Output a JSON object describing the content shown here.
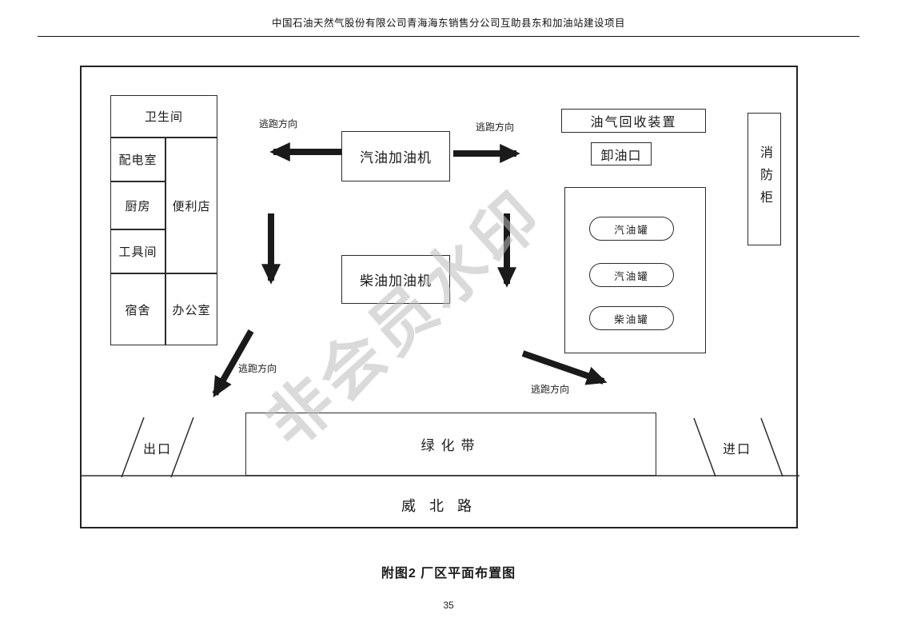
{
  "page": {
    "header_title": "中国石油天然气股份有限公司青海海东销售分公司互助县东和加油站建设项目",
    "caption": "附图2 厂区平面布置图",
    "page_number": "35"
  },
  "diagram": {
    "building": {
      "toilet": "卫生间",
      "power_room": "配电室",
      "kitchen": "厨房",
      "tool_room": "工具间",
      "dormitory": "宿舍",
      "convenience_store": "便利店",
      "office": "办公室"
    },
    "gasoline_dispenser": "汽油加油机",
    "diesel_dispenser": "柴油加油机",
    "vapor_recovery_unit": "油气回收装置",
    "oil_unloading_port": "卸油口",
    "fire_cabinet": "消防柜",
    "tanks": [
      "汽油罐",
      "汽油罐",
      "柴油罐"
    ],
    "escape_direction_label": "逃跑方向",
    "green_belt": "绿化带",
    "exit_label": "出口",
    "entrance_label": "进口",
    "road_name": "威  北  路",
    "watermark": "非会员水印"
  },
  "colors": {
    "ink": "#1a1a1a",
    "watermark": "#bbbbbb"
  }
}
